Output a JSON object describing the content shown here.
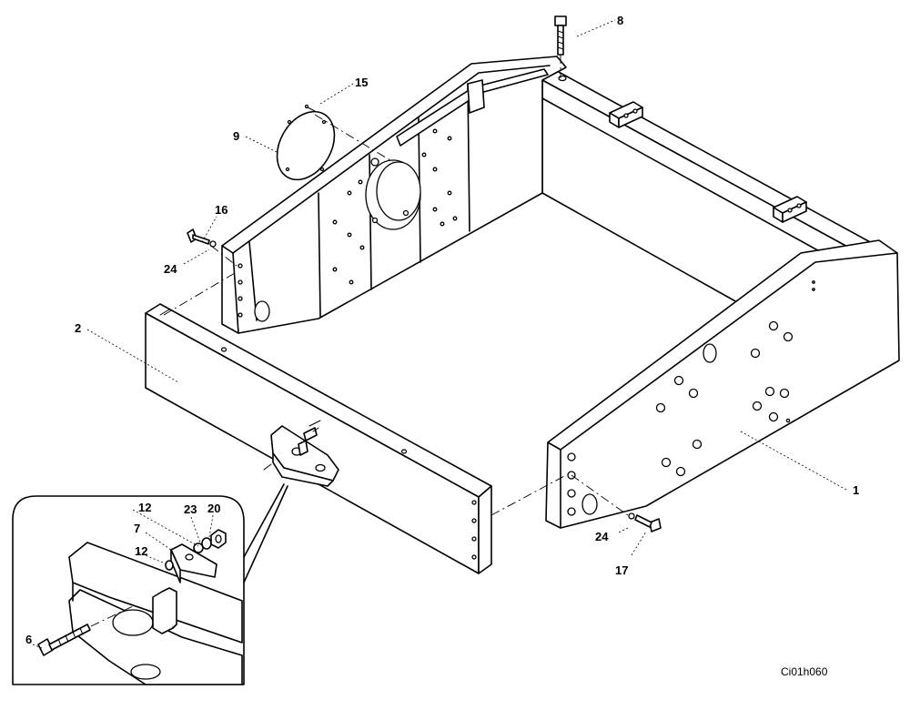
{
  "callouts": {
    "c1": "1",
    "c2": "2",
    "c6": "6",
    "c7": "7",
    "c8": "8",
    "c9": "9",
    "c12a": "12",
    "c12b": "12",
    "c15": "15",
    "c16": "16",
    "c17": "17",
    "c20": "20",
    "c23": "23",
    "c24a": "24",
    "c24b": "24"
  },
  "drawing_code": "Ci01h060"
}
